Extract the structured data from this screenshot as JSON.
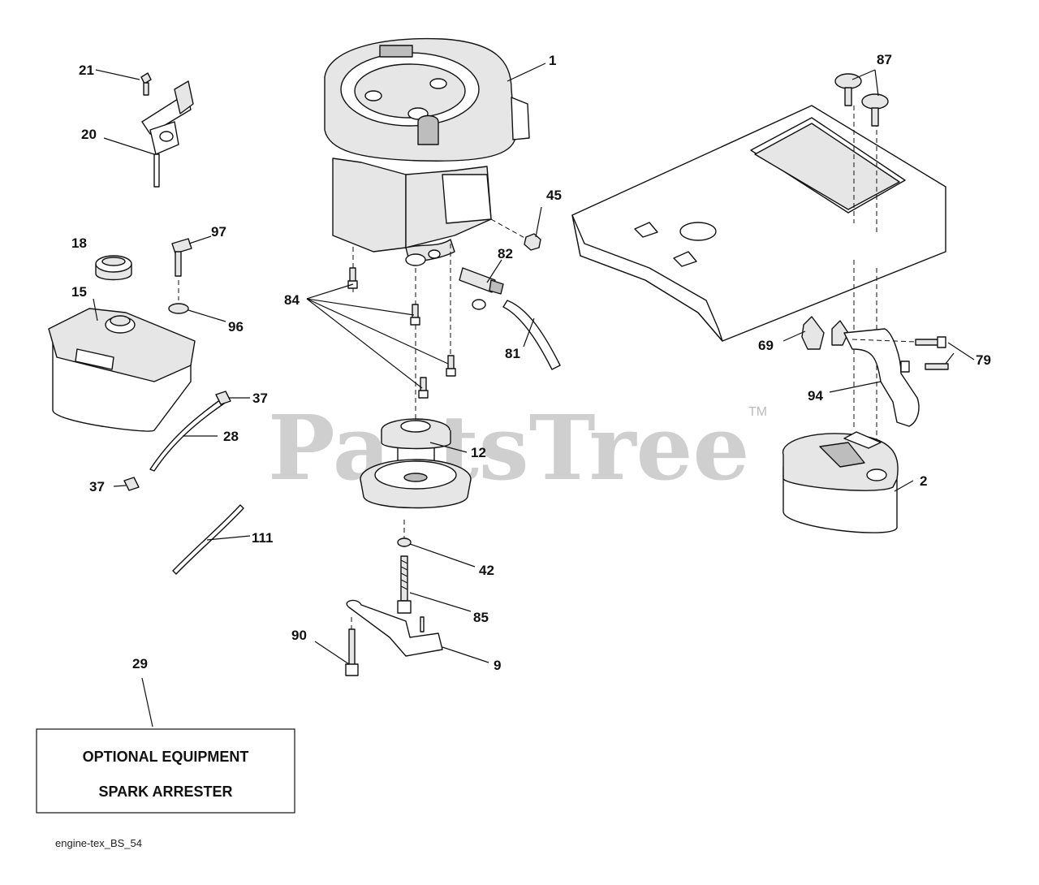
{
  "watermark": {
    "text": "PartsTree",
    "trademark": "TM"
  },
  "callouts": {
    "c1": "1",
    "c2": "2",
    "c9": "9",
    "c12": "12",
    "c15": "15",
    "c18": "18",
    "c20": "20",
    "c21": "21",
    "c28": "28",
    "c29": "29",
    "c37a": "37",
    "c37b": "37",
    "c42": "42",
    "c45": "45",
    "c69": "69",
    "c79": "79",
    "c81": "81",
    "c82": "82",
    "c84": "84",
    "c85": "85",
    "c87": "87",
    "c90": "90",
    "c94": "94",
    "c96": "96",
    "c97": "97",
    "c111": "111"
  },
  "optional_box": {
    "line1": "OPTIONAL EQUIPMENT",
    "line2": "SPARK ARRESTER"
  },
  "footer": {
    "code": "engine-tex_BS_54"
  }
}
